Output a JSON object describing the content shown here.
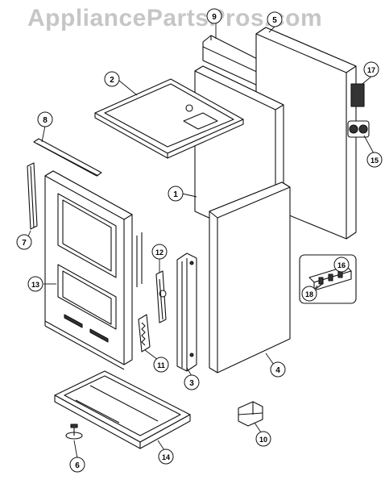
{
  "watermark": "AppliancePartsPros.com",
  "callouts": [
    {
      "id": "c1",
      "label": "1"
    },
    {
      "id": "c2",
      "label": "2"
    },
    {
      "id": "c3",
      "label": "3"
    },
    {
      "id": "c4",
      "label": "4"
    },
    {
      "id": "c5",
      "label": "5"
    },
    {
      "id": "c6",
      "label": "6"
    },
    {
      "id": "c7",
      "label": "7"
    },
    {
      "id": "c8",
      "label": "8"
    },
    {
      "id": "c9",
      "label": "9"
    },
    {
      "id": "c10",
      "label": "10"
    },
    {
      "id": "c11",
      "label": "11"
    },
    {
      "id": "c12",
      "label": "12"
    },
    {
      "id": "c13",
      "label": "13"
    },
    {
      "id": "c14",
      "label": "14"
    },
    {
      "id": "c15",
      "label": "15"
    },
    {
      "id": "c16",
      "label": "16"
    },
    {
      "id": "c17",
      "label": "17"
    },
    {
      "id": "c18",
      "label": "18"
    }
  ]
}
